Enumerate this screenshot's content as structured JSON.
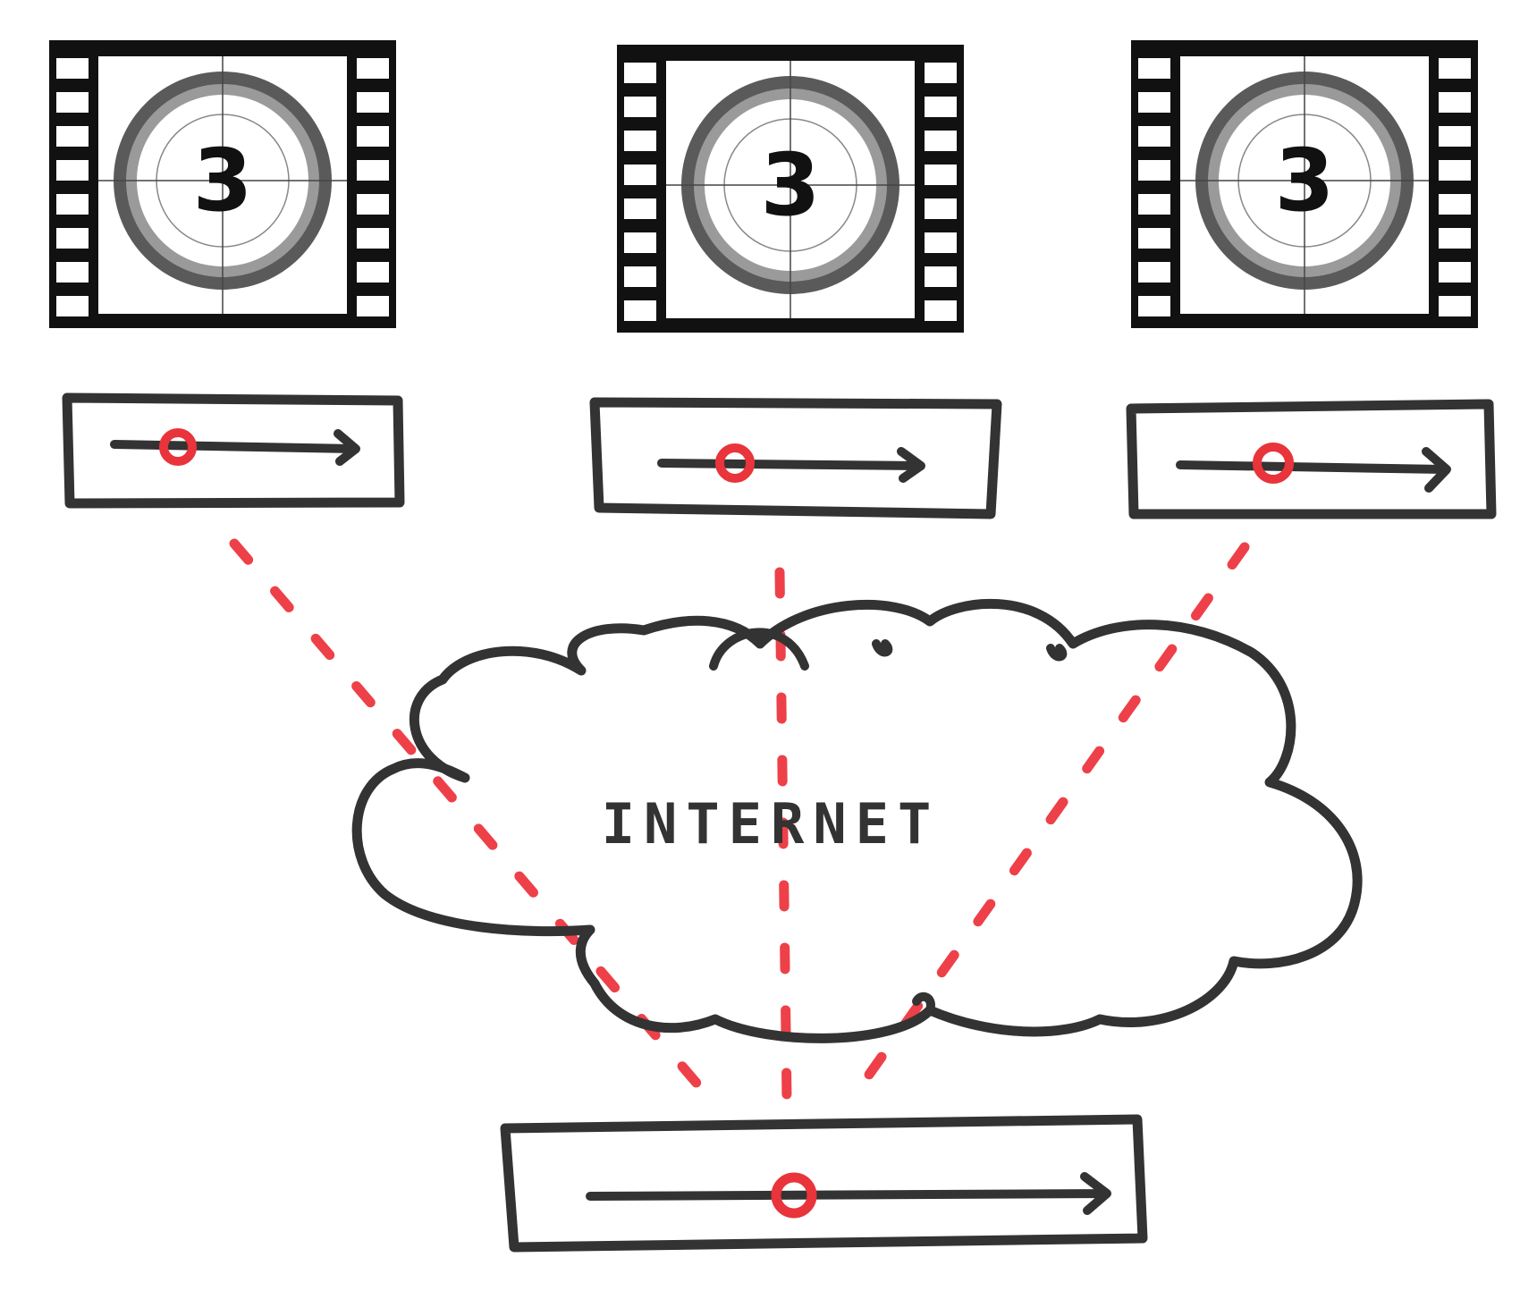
{
  "diagram": {
    "cloud_label": "INTERNET",
    "film_frames": [
      {
        "countdown_number": "3"
      },
      {
        "countdown_number": "3"
      },
      {
        "countdown_number": "3"
      }
    ],
    "colors": {
      "ink": "#333333",
      "film_black": "#111111",
      "film_ring_dark": "#5a5a5a",
      "film_ring_light": "#9a9a9a",
      "playhead_red": "#e8343a",
      "connector_red": "#ee4048"
    },
    "icons": {
      "film_frame": "film-countdown-leader-icon",
      "progress_arrow": "arrow-right-icon",
      "playhead": "playhead-circle-icon",
      "cloud": "internet-cloud-icon"
    }
  }
}
